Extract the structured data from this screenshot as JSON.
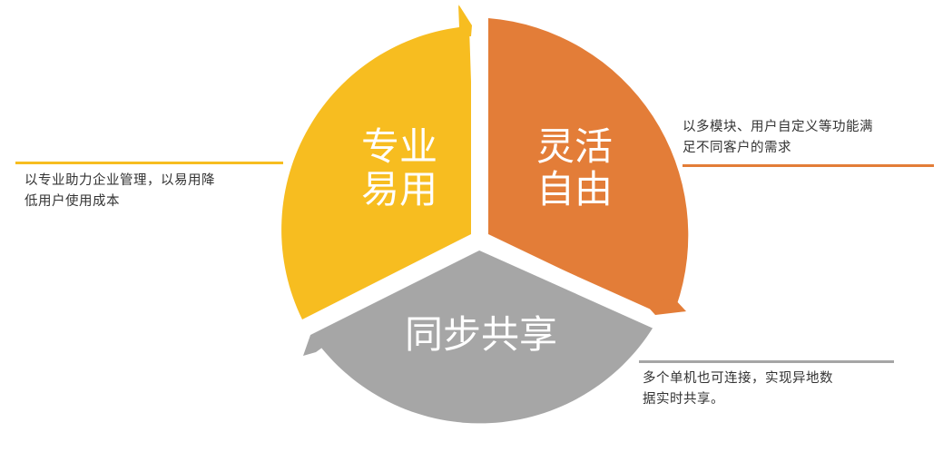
{
  "colors": {
    "yellow": "#F7BD20",
    "orange": "#E37D38",
    "gray": "#A6A6A6",
    "text": "#333333"
  },
  "segments": [
    {
      "id": "professional",
      "title_line1": "专业",
      "title_line2": "易用",
      "color": "#F7BD20",
      "description_line1": "以专业助力企业管理，以易用降",
      "description_line2": "低用户使用成本"
    },
    {
      "id": "flexible",
      "title_line1": "灵活",
      "title_line2": "自由",
      "color": "#E37D38",
      "description_line1": "以多模块、用户自定义等功能满",
      "description_line2": "足不同客户的需求"
    },
    {
      "id": "sync",
      "title_line1": "同步共享",
      "color": "#A6A6A6",
      "description_line1": "多个单机也可连接，实现异地数",
      "description_line2": "据实时共享。"
    }
  ]
}
